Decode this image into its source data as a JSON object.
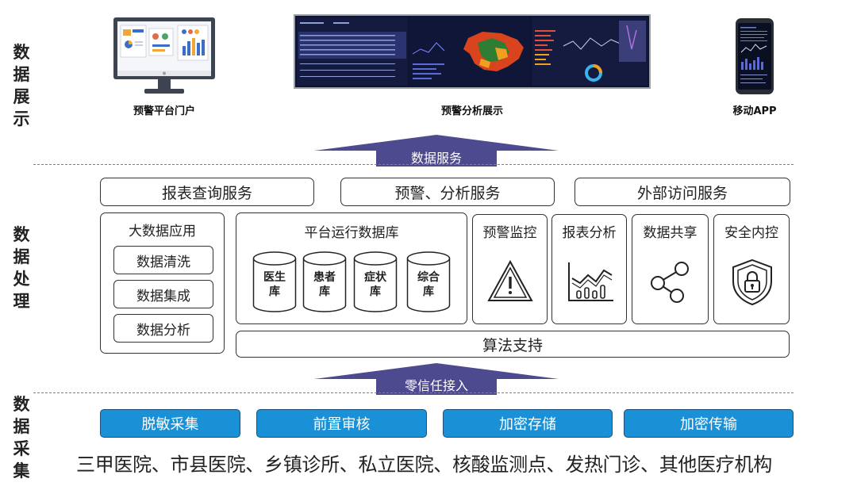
{
  "side_labels": {
    "display": "数据展示",
    "processing": "数据处理",
    "collection": "数据采集"
  },
  "display": {
    "portal": "预警平台门户",
    "analysis": "预警分析展示",
    "app": "移动APP"
  },
  "arrows": {
    "data_service": "数据服务",
    "zero_trust": "零信任接入"
  },
  "services": [
    "报表查询服务",
    "预警、分析服务",
    "外部访问服务"
  ],
  "big_data": {
    "title": "大数据应用",
    "items": [
      "数据清洗",
      "数据集成",
      "数据分析"
    ]
  },
  "platform_db": {
    "title": "平台运行数据库",
    "databases": [
      {
        "line1": "医生",
        "line2": "库"
      },
      {
        "line1": "患者",
        "line2": "库"
      },
      {
        "line1": "症状",
        "line2": "库"
      },
      {
        "line1": "综合",
        "line2": "库"
      }
    ]
  },
  "modules": [
    {
      "label": "预警监控",
      "icon": "warning-icon"
    },
    {
      "label": "报表分析",
      "icon": "chart-icon"
    },
    {
      "label": "数据共享",
      "icon": "share-icon"
    },
    {
      "label": "安全内控",
      "icon": "shield-lock-icon"
    }
  ],
  "algorithm": "算法支持",
  "collection": [
    "脱敏采集",
    "前置审核",
    "加密存储",
    "加密传输"
  ],
  "sources": "三甲医院、市县医院、乡镇诊所、私立医院、核酸监测点、发热门诊、其他医疗机构",
  "colors": {
    "accent_blue": "#1a90d6",
    "arrow_purple": "#4d4a8f",
    "dashed_line": "#5b86c4"
  }
}
